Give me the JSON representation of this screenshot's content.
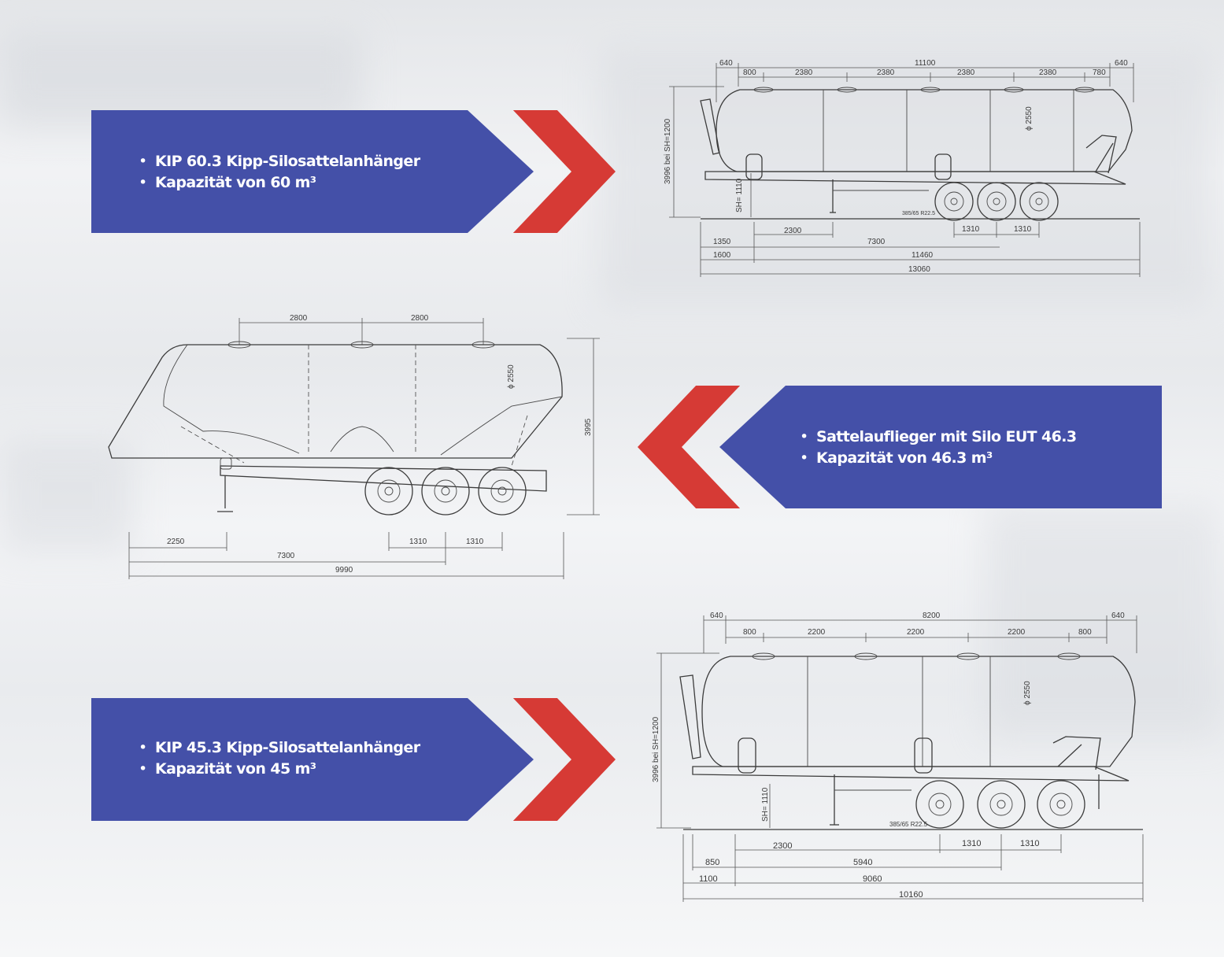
{
  "colors": {
    "banner": "#4450a8",
    "chevron": "#d63a35",
    "line": "#3c3c3c"
  },
  "banners": [
    {
      "items": [
        "KIP 60.3 Kipp-Silosattelanhänger",
        "Kapazität von 60 m³"
      ]
    },
    {
      "items": [
        "Sattelauflieger mit Silo EUT 46.3",
        "Kapazität von 46.3 m³"
      ]
    },
    {
      "items": [
        "KIP 45.3 Kipp-Silosattelanhänger",
        "Kapazität von 45 m³"
      ]
    }
  ],
  "drawing1": {
    "top": [
      "640",
      "11100",
      "640"
    ],
    "top2": [
      "800",
      "2380",
      "2380",
      "2380",
      "2380",
      "780"
    ],
    "height": "3996 bei SH=1200",
    "sh": "SH= 1110",
    "dia": "ϕ 2550",
    "tyre": "385/65 R22.5",
    "bottom": [
      "2300",
      "1310",
      "1310",
      "1350",
      "7300",
      "1600",
      "11460",
      "13060"
    ]
  },
  "drawing2": {
    "top": [
      "2800",
      "2800"
    ],
    "dia": "ϕ 2550",
    "height": "3995",
    "bottom": [
      "2250",
      "1310",
      "1310",
      "7300",
      "9990"
    ]
  },
  "drawing3": {
    "top": [
      "640",
      "8200",
      "640"
    ],
    "top2": [
      "800",
      "2200",
      "2200",
      "2200",
      "800"
    ],
    "height": "3996 bei SH=1200",
    "sh": "SH= 1110",
    "dia": "ϕ 2550",
    "tyre": "385/65 R22.5",
    "bottom": [
      "2300",
      "1310",
      "1310",
      "850",
      "5940",
      "1100",
      "9060",
      "10160"
    ]
  }
}
